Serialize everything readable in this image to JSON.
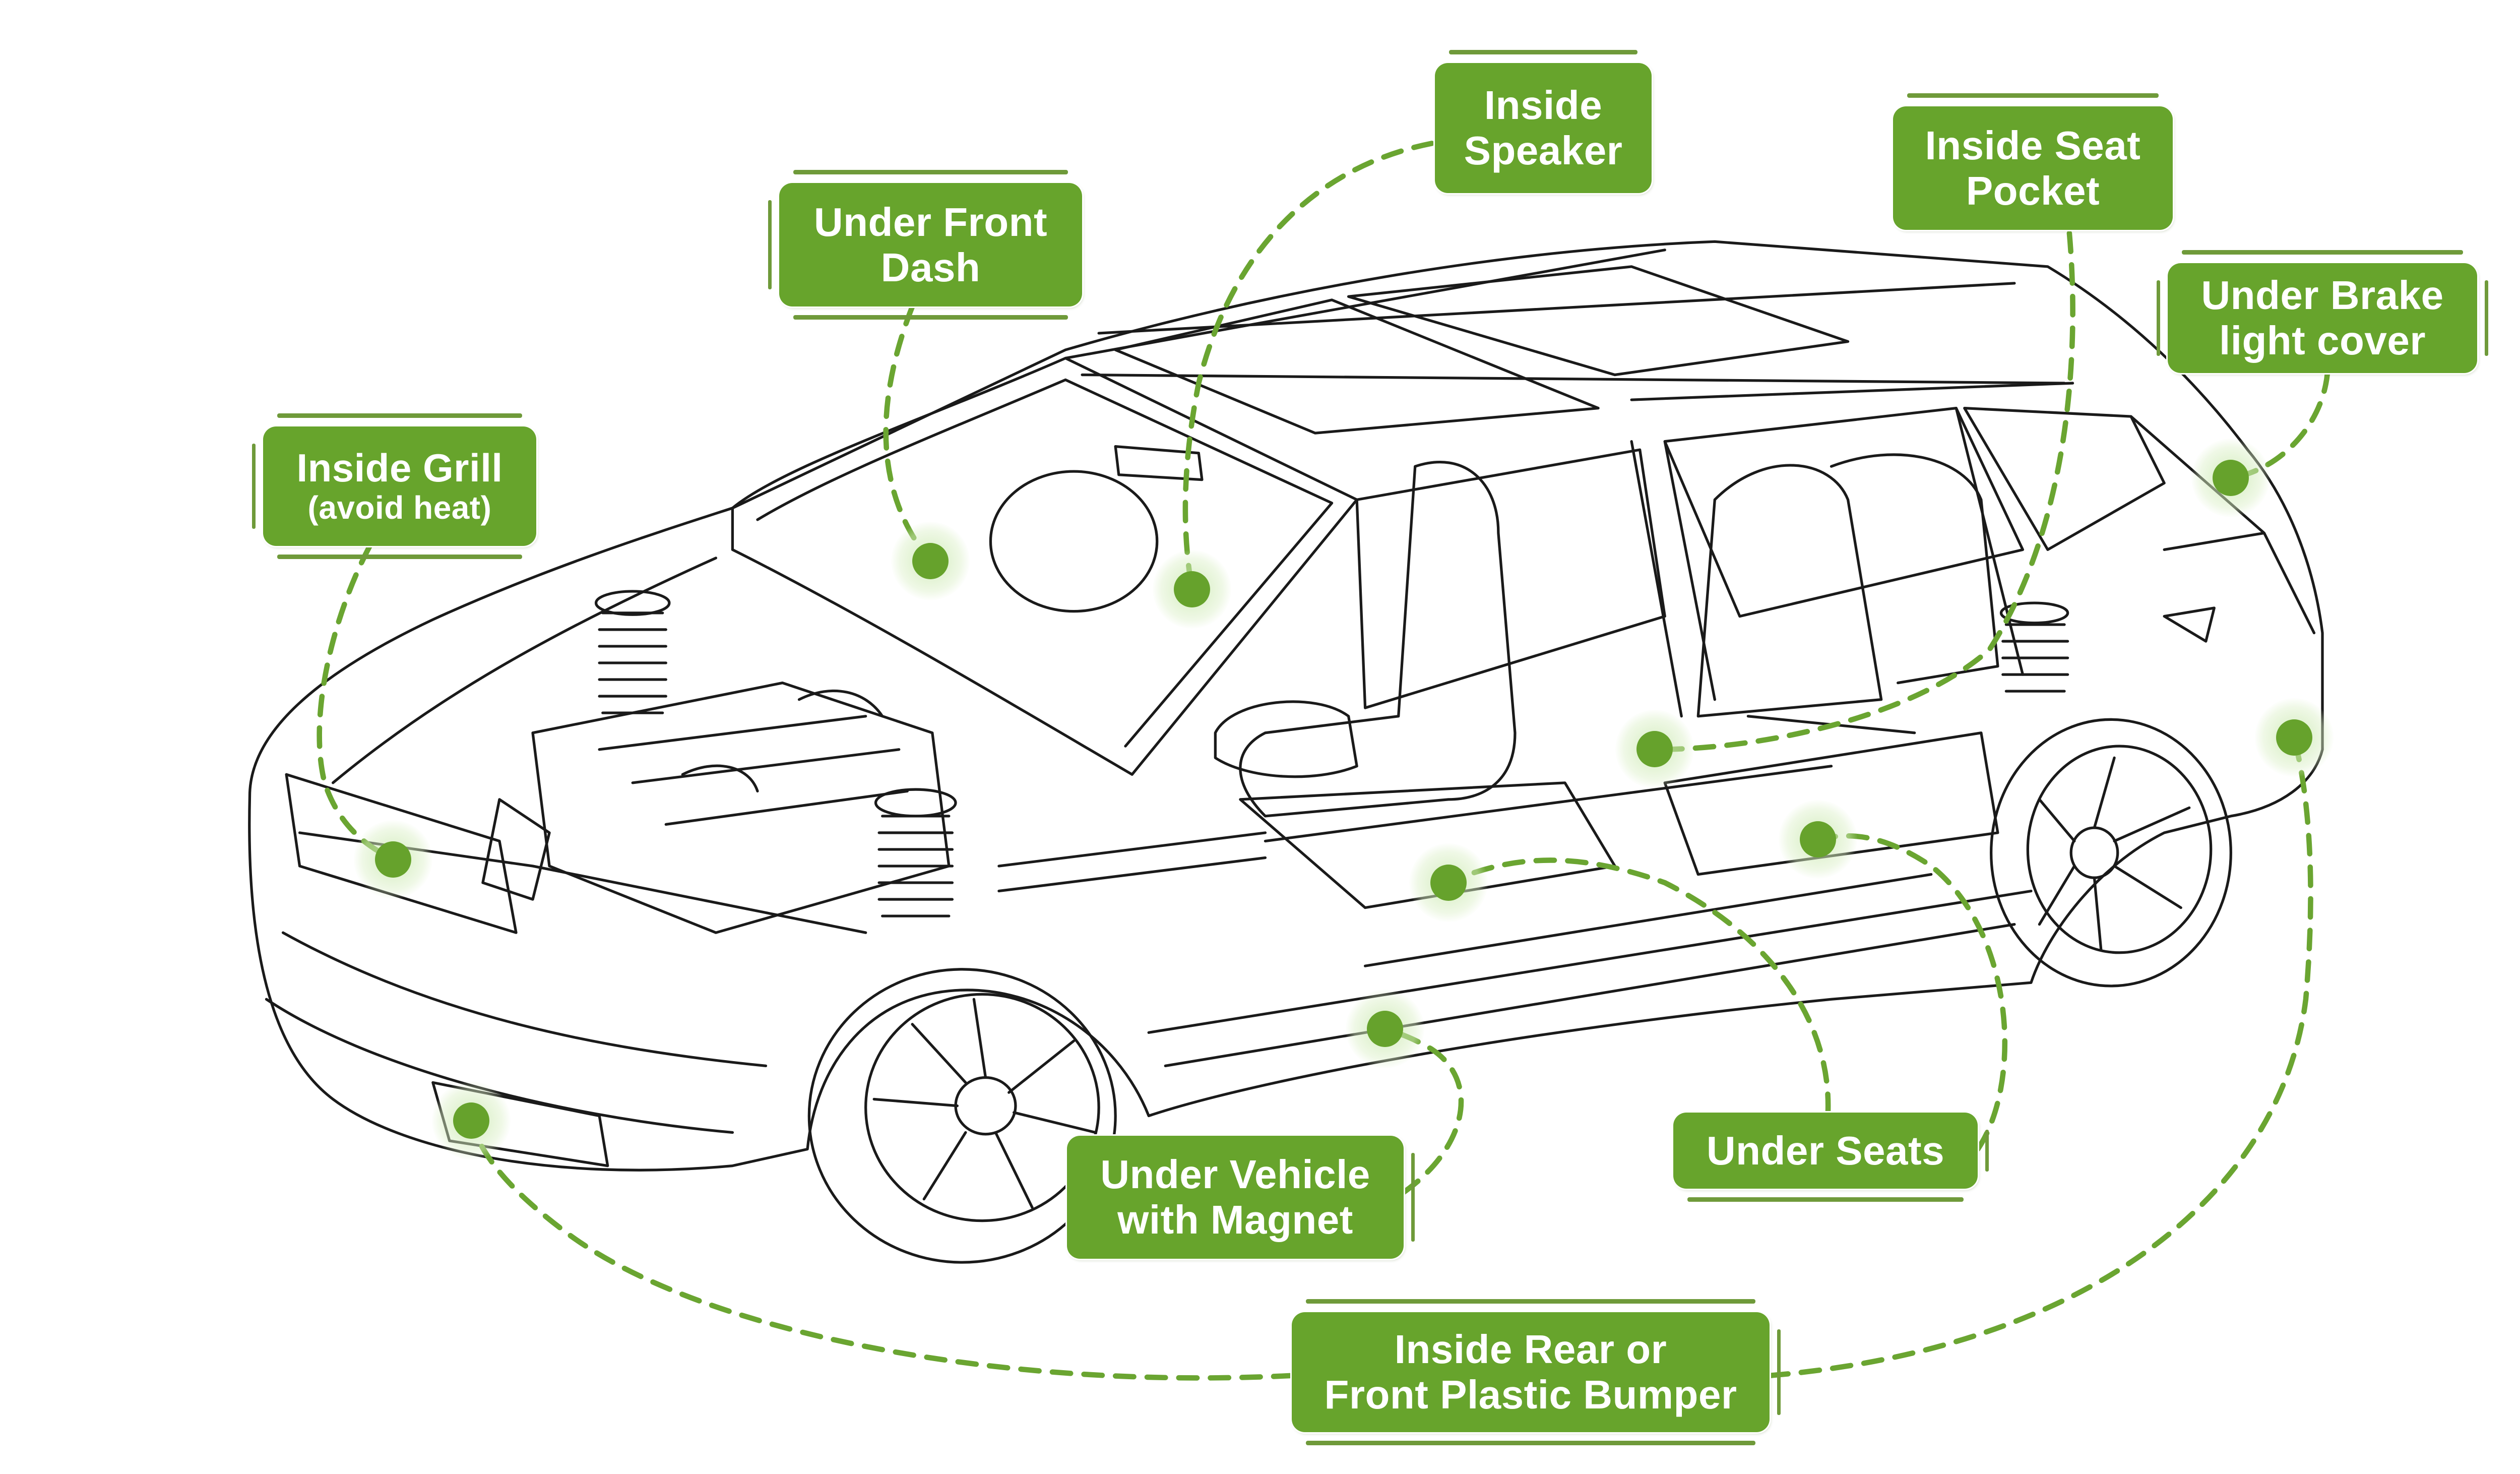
{
  "diagram": {
    "subject": "Car cutaway line drawing showing hiding places for a GPS tracker",
    "accent_color": "#67a42c",
    "halo_color": "#d3ecbe",
    "line_color": "#1a1a1a",
    "locations": [
      {
        "id": "inside-grill",
        "title": "Inside Grill",
        "note": "(avoid heat)"
      },
      {
        "id": "under-front-dash",
        "title": "Under Front\nDash",
        "note": ""
      },
      {
        "id": "inside-speaker",
        "title": "Inside\nSpeaker",
        "note": ""
      },
      {
        "id": "inside-seat-pocket",
        "title": "Inside Seat\nPocket",
        "note": ""
      },
      {
        "id": "under-brake-light-cover",
        "title": "Under Brake\nlight cover",
        "note": ""
      },
      {
        "id": "under-vehicle-with-magnet",
        "title": "Under Vehicle\nwith Magnet",
        "note": ""
      },
      {
        "id": "under-seats",
        "title": "Under Seats",
        "note": ""
      },
      {
        "id": "inside-bumper",
        "title": "Inside Rear or\nFront Plastic Bumper",
        "note": ""
      }
    ]
  }
}
